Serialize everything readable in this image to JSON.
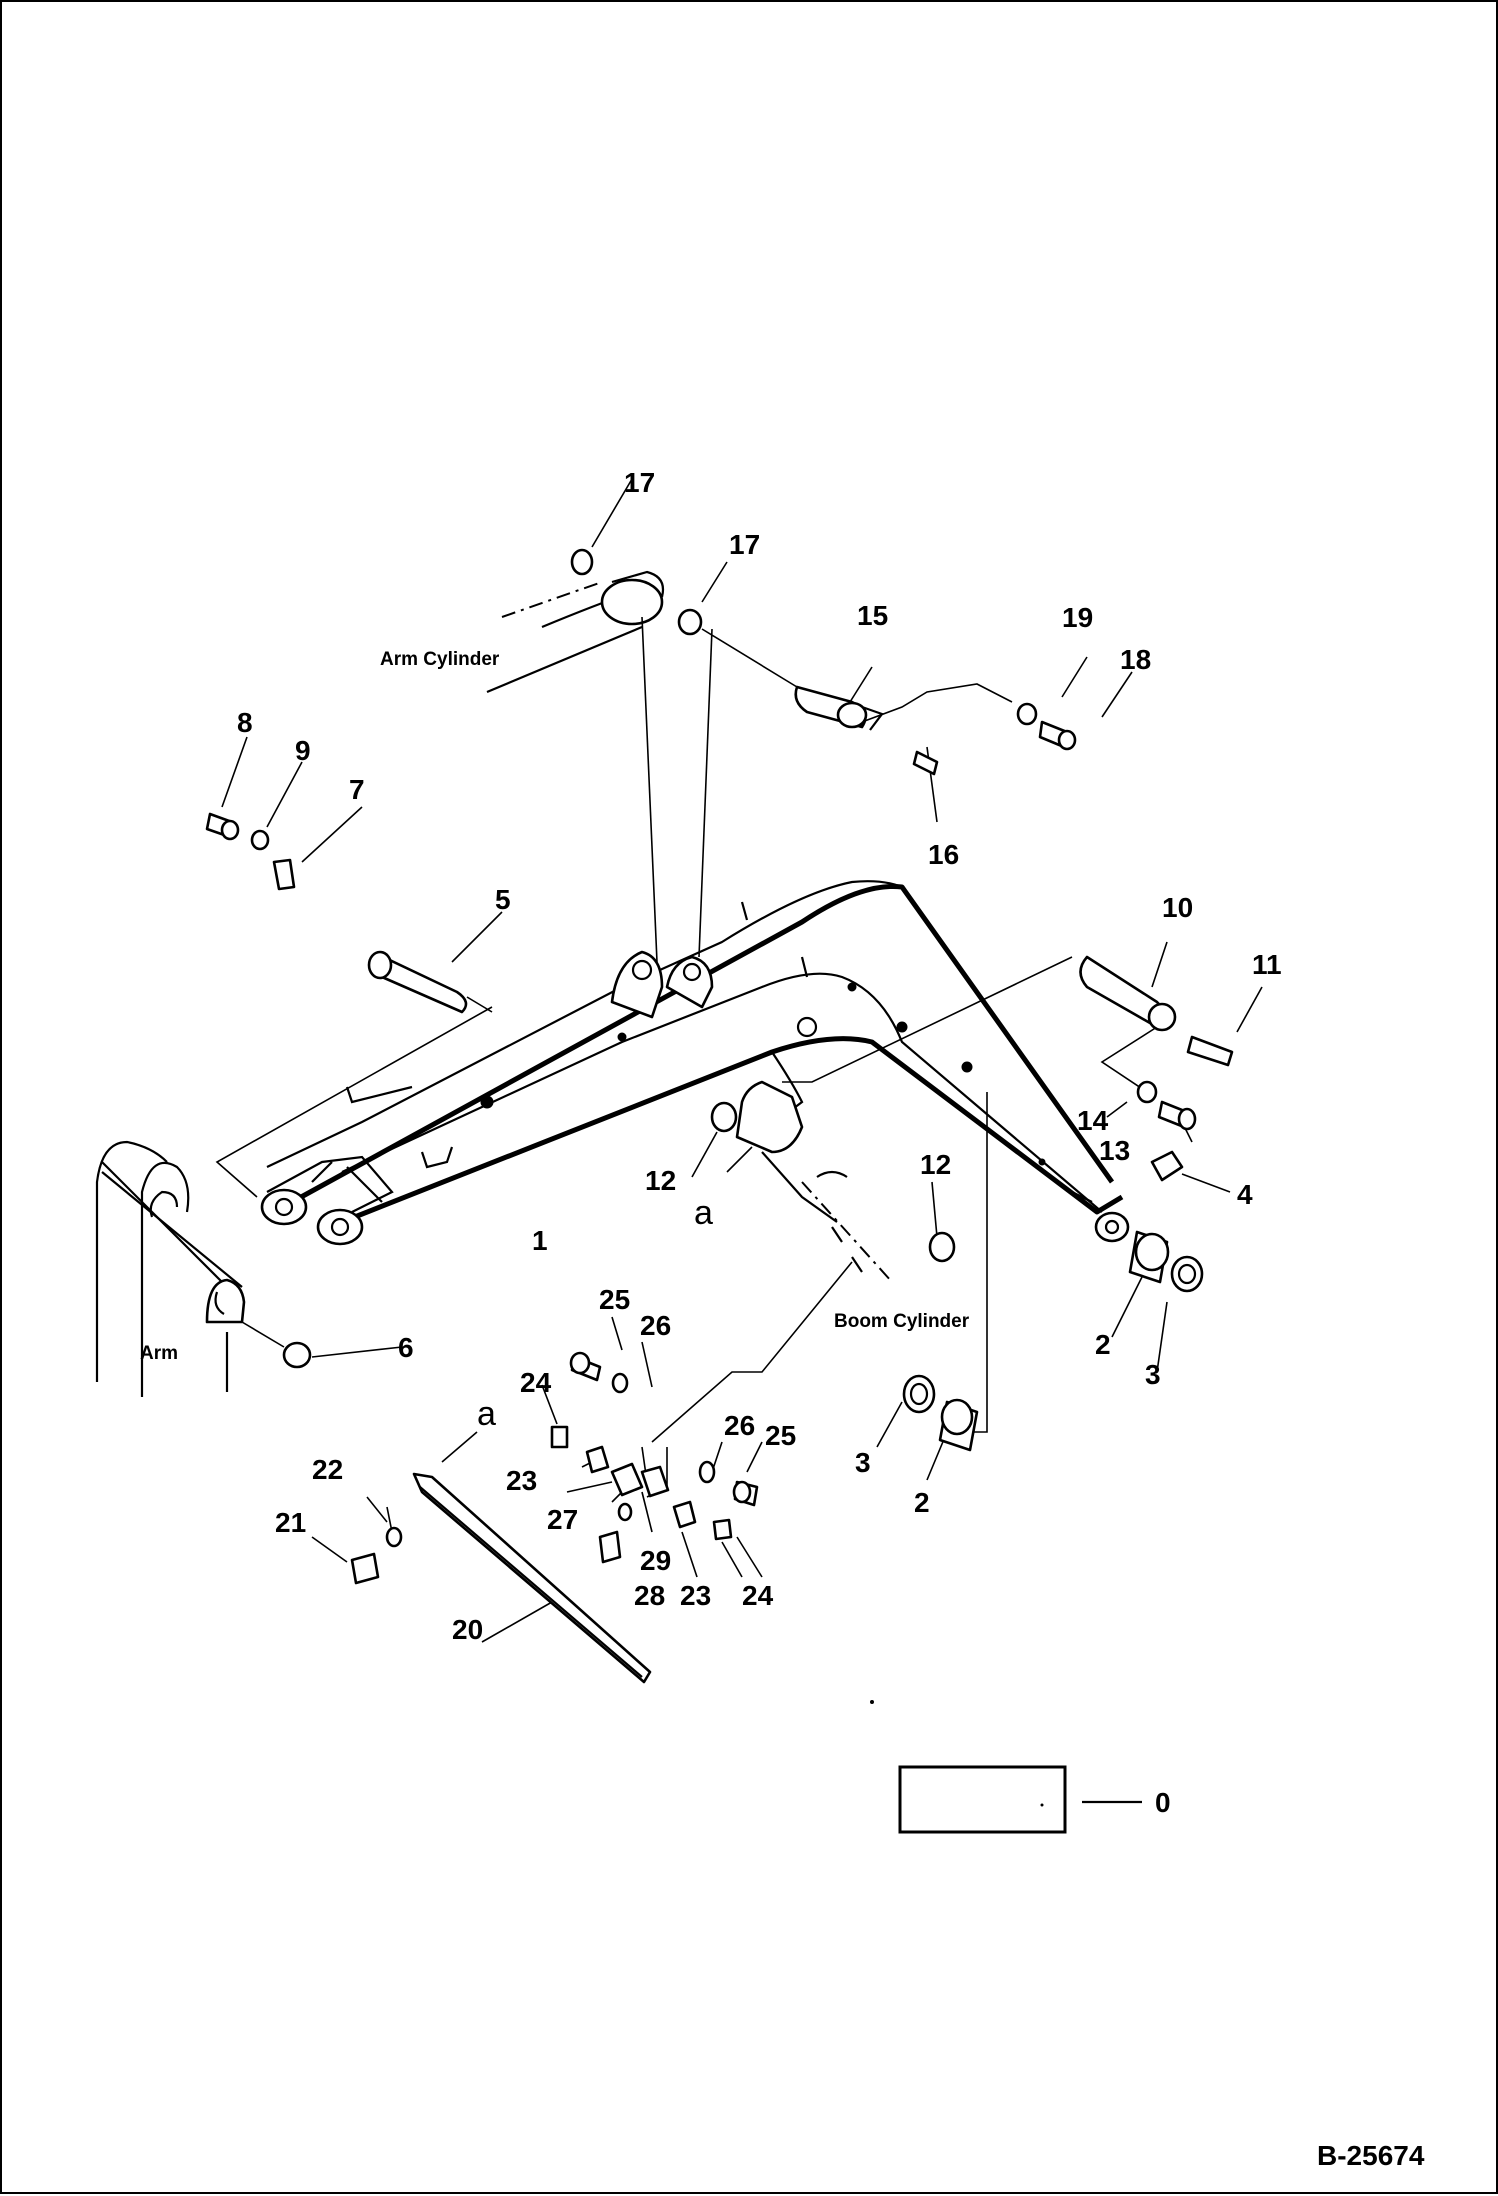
{
  "labels": {
    "arm_cylinder": "Arm Cylinder",
    "boom_cylinder": "Boom Cylinder",
    "arm": "Arm",
    "view_ref_a1": "a",
    "view_ref_a2": "a",
    "figure_code": "B-25674",
    "legend_ref": "0"
  },
  "callouts": {
    "c1": "1",
    "c2a": "2",
    "c2b": "2",
    "c3a": "3",
    "c3b": "3",
    "c4": "4",
    "c5": "5",
    "c6": "6",
    "c7": "7",
    "c8": "8",
    "c9": "9",
    "c10": "10",
    "c11": "11",
    "c12a": "12",
    "c12b": "12",
    "c13": "13",
    "c14": "14",
    "c15": "15",
    "c16": "16",
    "c17a": "17",
    "c17b": "17",
    "c18": "18",
    "c19": "19",
    "c20": "20",
    "c21": "21",
    "c22": "22",
    "c23a": "23",
    "c23b": "23",
    "c24a": "24",
    "c24b": "24",
    "c25a": "25",
    "c25b": "25",
    "c26a": "26",
    "c26b": "26",
    "c27": "27",
    "c28": "28",
    "c29": "29"
  }
}
